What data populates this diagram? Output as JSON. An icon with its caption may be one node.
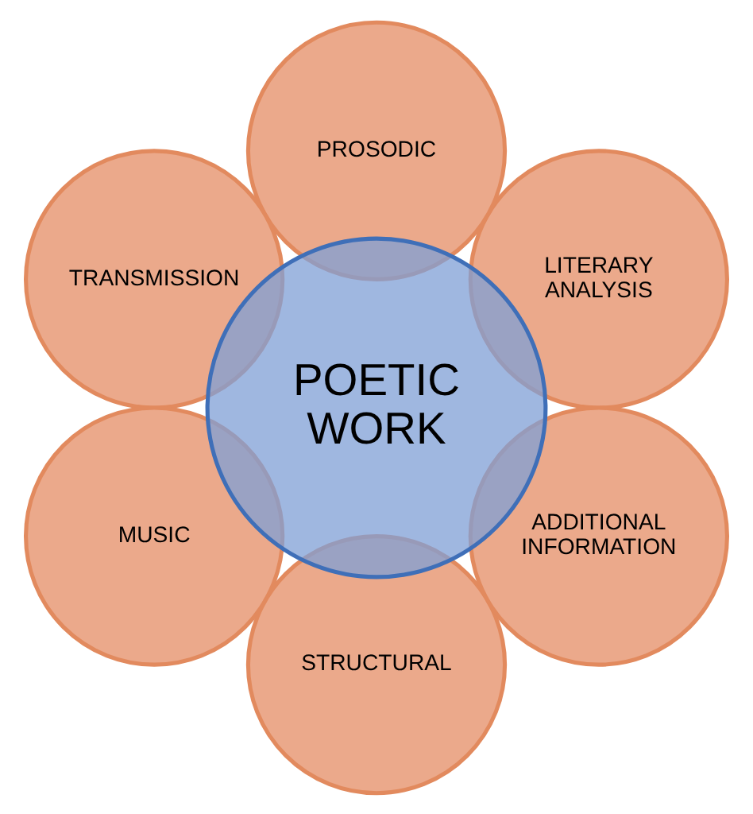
{
  "diagram": {
    "nodes": [
      {
        "text": [
          "PROSODIC"
        ]
      },
      {
        "text": [
          "TRANSMISSION"
        ]
      },
      {
        "text": [
          "LITERARY ANALYSIS"
        ]
      },
      {
        "text": [
          "POETIC WORK"
        ]
      },
      {
        "text": [
          "MUSIC"
        ]
      },
      {
        "text": [
          "ADDITIONAL INFORMATION"
        ]
      },
      {
        "text": [
          "STRUCTURAL"
        ]
      }
    ]
  }
}
